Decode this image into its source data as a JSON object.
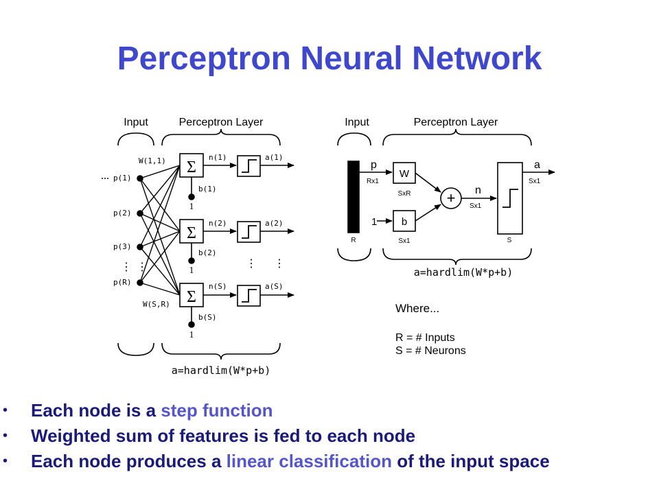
{
  "title": "Perceptron Neural Network",
  "colors": {
    "title": "#3f48cc",
    "bullet_text": "#1a1a7a",
    "highlight": "#5555cc"
  },
  "left_diagram": {
    "input_label": "Input",
    "layer_label": "Perceptron Layer",
    "inputs": [
      "p(1)",
      "p(2)",
      "p(3)",
      "p(R)"
    ],
    "weight_first": "W(1,1)",
    "weight_last": "W(S,R)",
    "net_labels": [
      "n(1)",
      "n(2)",
      "n(S)"
    ],
    "out_labels": [
      "a(1)",
      "a(2)",
      "a(S)"
    ],
    "bias_labels": [
      "b(1)",
      "b(2)",
      "b(S)"
    ],
    "bias_one": "1",
    "sum_symbol": "Σ",
    "equation": "a=hardlim(W*p+b)"
  },
  "right_diagram": {
    "input_label": "Input",
    "layer_label": "Perceptron Layer",
    "p": "p",
    "p_dim": "Rx1",
    "R": "R",
    "one": "1",
    "W": "W",
    "W_dim": "SxR",
    "b": "b",
    "b_dim": "Sx1",
    "plus": "+",
    "n": "n",
    "n_dim": "Sx1",
    "a": "a",
    "a_dim": "Sx1",
    "S": "S",
    "equation": "a=hardlim(W*p+b)",
    "where": "Where...",
    "legend": [
      "R = # Inputs",
      "S = # Neurons"
    ]
  },
  "bullets": [
    {
      "parts": [
        "Each node is a ",
        "step function",
        ""
      ]
    },
    {
      "parts": [
        "Weighted sum of features is fed to each node",
        "",
        ""
      ]
    },
    {
      "parts": [
        "Each node produces a ",
        "linear classification",
        " of the input space"
      ]
    }
  ],
  "bullet_symbol": "•"
}
